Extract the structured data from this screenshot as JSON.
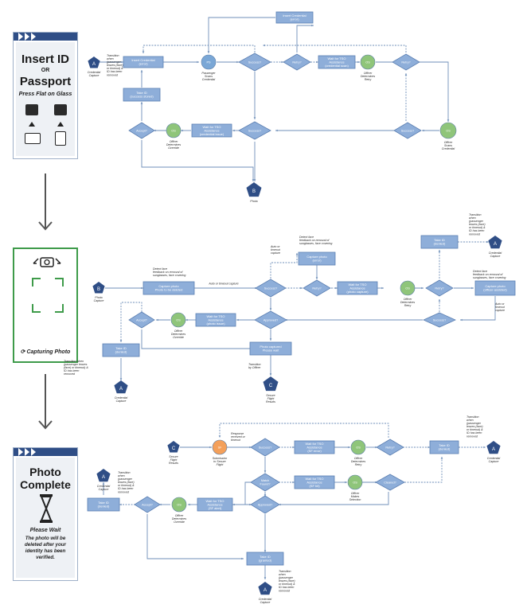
{
  "screens": {
    "insert_id": {
      "title_line1": "Insert ID",
      "or_text": "OR",
      "title_line2": "Passport",
      "instruction": "Press Flat on Glass"
    },
    "capturing": {
      "status": "Capturing Photo"
    },
    "photo_complete": {
      "title_line1": "Photo",
      "title_line2": "Complete",
      "wait": "Please Wait",
      "message": "The photo will be deleted after your identity has been verified."
    }
  },
  "colors": {
    "process_fill": "#8eaed9",
    "process_stroke": "#5b7fb2",
    "decision_fill": "#8eaed9",
    "connector_circle": "#7aa7d6",
    "officer_circle": "#8fc57a",
    "pentagon": "#2f4e86",
    "orange_circle": "#f4a05a",
    "screen_header": "#2f4e86",
    "capture_border": "#3e9b4a",
    "line": "#6f8fb9"
  },
  "diagram1": {
    "start": {
      "letter": "A",
      "label": "Credential\nCapture"
    },
    "insert_credential": "Insert Credential\n(error)",
    "insert_credential_top": "Insert Credential\n(error)",
    "circle_passenger": {
      "text": "PS",
      "label": "Passenger\nScans\nCredential"
    },
    "decision_success": "Success?",
    "decision_retry": "Retry?",
    "wait_tso": "Wait for TSO\nAssistance\n(credential scan)",
    "circle_officer_retry": {
      "text": "OS",
      "label": "Officer\nDetermines\nRetry"
    },
    "decision_retry2": "Retry?",
    "circle_officer_scans": {
      "text": "OS",
      "label": "Officer\nScans\nCredential"
    },
    "decision_success2": "Success?",
    "decision_success3": "Success?",
    "wait_tso_bottom": "Wait for TSO\nAssistance\n(credential issue)",
    "circle_officer_override": {
      "text": "OS",
      "label": "Officer\nDetermines\nOverride"
    },
    "decision_accept": "Accept?",
    "take_id": "Take ID\n(success stored)",
    "transition_note": "Transition\nwhen\n(passenger\nleaves (face)\nor timeout) &\nID has been\nremoved",
    "end": {
      "letter": "B",
      "label": "Photo"
    }
  },
  "diagram2": {
    "start": {
      "letter": "B",
      "label": "Photo\nCapture"
    },
    "capture_photo": "Capture photo\nPhoto to be deleted",
    "detect_note": "Detect face\nfeedback on removal of\nsunglasses, face covering",
    "auto_timeout": "Auto or timeout capture",
    "decision_success": "Success?",
    "autocap_note": "Auto or\ntimeout\ncapture",
    "detect_note2": "Detect face\nfeedback on removal of\nsunglasses, face covering",
    "capture_photo_error": "Capture photo\n(error)",
    "decision_retry": "Retry?",
    "wait_tso": "Wait for TSO\nAssistance\n(photo capture)",
    "circle_officer_retry": {
      "text": "OS",
      "label": "Officer\nDetermines\nRetry"
    },
    "decision_retry2": "Retry?",
    "take_id_top": "Take ID\n(denied)",
    "transition_top": "Transition\nwhen\n(passenger\nleaves (face)\nor timeout) &\nID has been\nremoved",
    "end_top": {
      "letter": "A",
      "label": "Credential\nCapture"
    },
    "detect_note3": "Detect face\nfeedback on removal of\nsunglasses, face covering",
    "capture_officer": "Capture photo\n(officer-assisted)",
    "autocap_note2": "Auto or\ntimeout\ncapture",
    "decision_success2": "Success?",
    "decision_approved": "Approved?",
    "wait_tso_bottom": "Wait for TSO\nAssistance\n(photo issue)",
    "circle_officer_override": {
      "text": "OS",
      "label": "Officer\nDetermines\nOverride"
    },
    "decision_accept": "Accept?",
    "take_id_left": "Take ID\n(denied)",
    "transition_left": "Transition when\n(passenger leaves\n(face) or timeout) &\nID has been\nremoved",
    "end_left": {
      "letter": "A",
      "label": "Credential\nCapture"
    },
    "photo_captured": "Photo captured\nPlease wait",
    "transition_officer": "Transition\nby Officer",
    "end": {
      "letter": "C",
      "label": "Secure\nFlight\nResults"
    }
  },
  "diagram3": {
    "start": {
      "letter": "C",
      "label": "Secure\nFlight\nResults"
    },
    "circle_submission": {
      "text": "SF",
      "label": "Submission\nto Secure\nFlight"
    },
    "response_note": "Response\nreceived or\ntimeout",
    "decision_success": "Success?",
    "wait_tso": "Wait for TSO\nAssistance\n(SF error)",
    "circle_officer_retry": {
      "text": "OS",
      "label": "Officer\nDetermines\nRetry"
    },
    "decision_retry": "Retry?",
    "take_id_right": "Take ID\n(denied)",
    "transition_right": "Transition\nwhen\n(passenger\nleaves (face)\nor timeout) &\nID has been\nremoved",
    "end_right": {
      "letter": "A",
      "label": "Credential\nCapture"
    },
    "decision_match": "Match\nFound?",
    "wait_tso2": "Wait for TSO\nAssistance\n(SF hit)",
    "circle_officer_makes": {
      "text": "OS",
      "label": "Officer\nMakes\nSelection"
    },
    "decision_cleared": "Cleared?",
    "decision_approved": "Approved?",
    "wait_tso3": "Wait for TSO\nAssistance\n(SF alert)",
    "circle_officer_override": {
      "text": "OS",
      "label": "Officer\nDetermines\nOverride"
    },
    "decision_accept": "Accept?",
    "take_id_left": "Take ID\n(denied)",
    "transition_left": "Transition\nwhen\n(passenger\nleaves (face)\nor timeout) &\nID has been\nremoved",
    "end_left": {
      "letter": "A",
      "label": "Credential\nCapture"
    },
    "take_id_bottom": "Take ID\n(granted)",
    "transition_bottom": "Transition\nwhen\n(passenger\nleaves (face)\nor timeout) &\nID has been\nremoved",
    "end_bottom": {
      "letter": "A",
      "label": "Credential\nCapture"
    }
  }
}
